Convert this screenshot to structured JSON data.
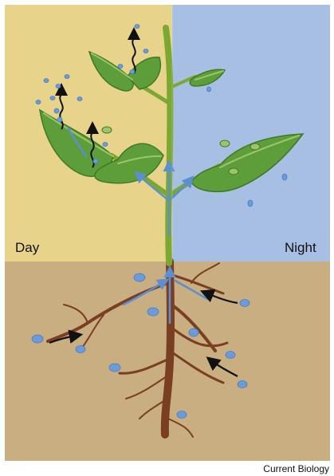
{
  "labels": {
    "day": "Day",
    "night": "Night"
  },
  "credit": "Current Biology",
  "colors": {
    "day_sky": "#e8d38b",
    "night_sky": "#a7bfe3",
    "soil": "#c9ae82",
    "stem": "#7ba830",
    "leaf": "#5e9e3a",
    "leaf_vein": "#9cc46a",
    "root": "#7a3e22",
    "water_drop": "#6b9bd8",
    "water_flow": "#5b8fd0",
    "arrow": "#111111"
  },
  "icons": [
    "water-droplet-icon",
    "transpiration-arrow-icon",
    "water-uptake-arrow-icon"
  ]
}
